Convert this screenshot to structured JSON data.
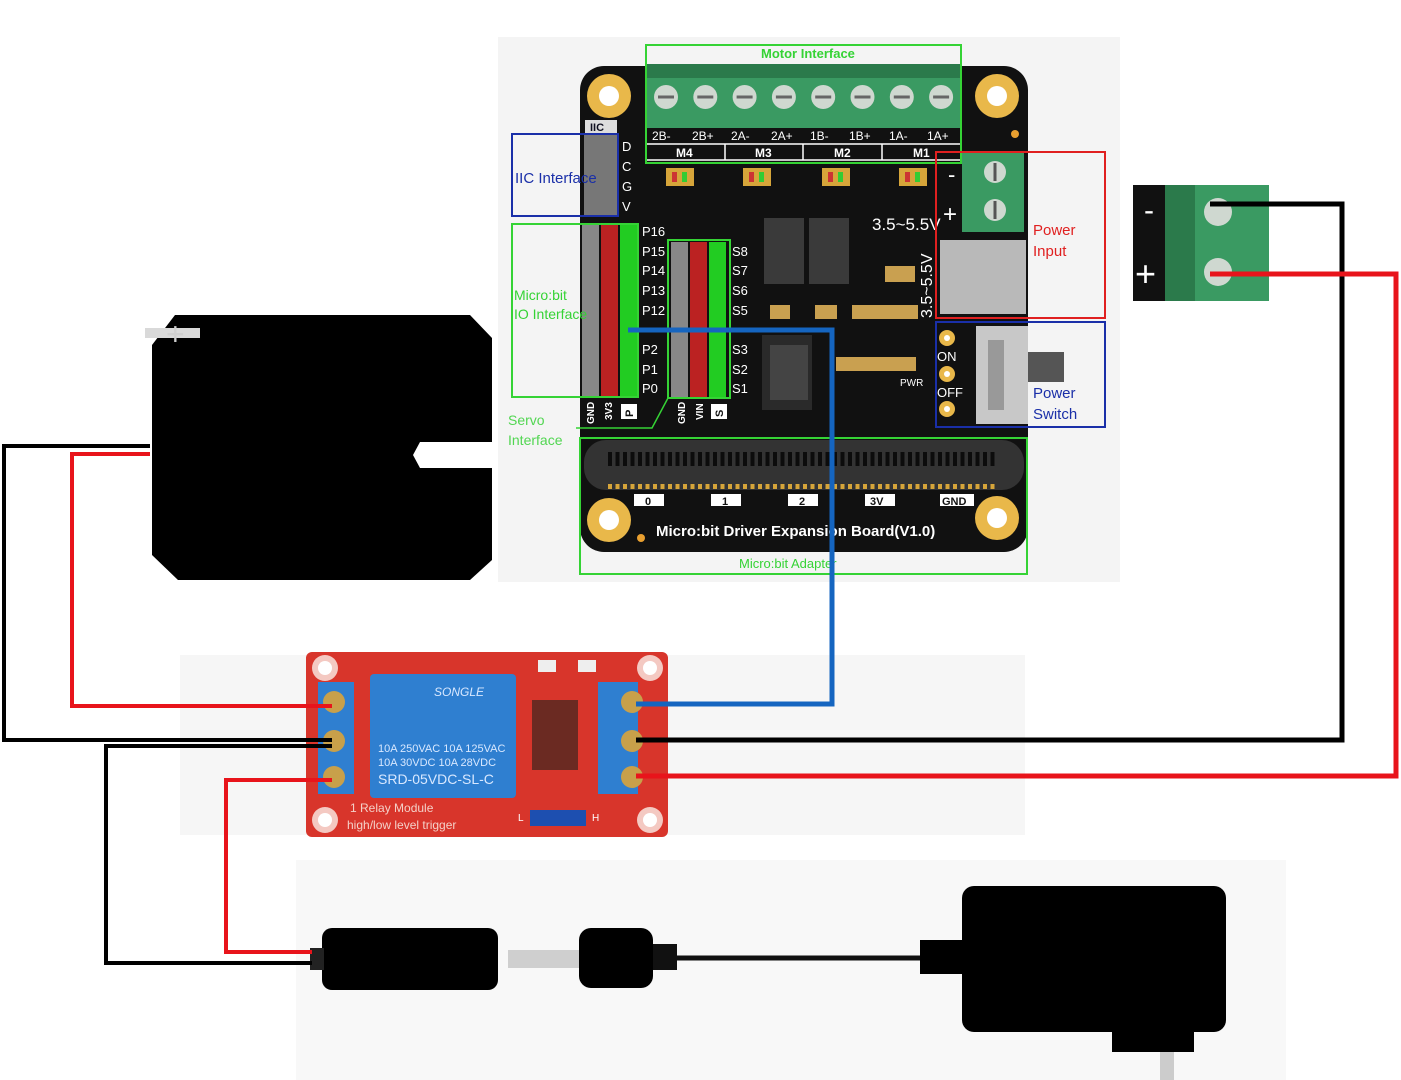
{
  "board": {
    "title": "Micro:bit Driver Expansion Board(V1.0)",
    "voltage_label": "3.5~5.5V",
    "voltage_label_vertical": "3.5~5.5V",
    "pwr_label": "PWR",
    "on_label": "ON",
    "off_label": "OFF",
    "plus_label": "+",
    "minus_label": "-",
    "iic_header": "IIC",
    "iic_pins": [
      "D",
      "C",
      "G",
      "V"
    ],
    "io_pins": [
      "P16",
      "P15",
      "P14",
      "P13",
      "P12",
      "P2",
      "P1",
      "P0"
    ],
    "servo_pins": [
      "S8",
      "S7",
      "S6",
      "S5",
      "S3",
      "S2",
      "S1"
    ],
    "motor_terminals": [
      "2B-",
      "2B+",
      "2A-",
      "2A+",
      "1B-",
      "1B+",
      "1A-",
      "1A+"
    ],
    "motor_groups": [
      "M4",
      "M3",
      "M2",
      "M1"
    ],
    "bottom_left_labels": [
      "GND",
      "3V3",
      "P"
    ],
    "bottom_mid_labels": [
      "GND",
      "VIN",
      "S"
    ],
    "edge_pads": [
      "0",
      "1",
      "2",
      "3V",
      "GND"
    ]
  },
  "annotations": {
    "motor_interface": "Motor Interface",
    "iic_interface": "IIC Interface",
    "microbit_io_line1": "Micro:bit",
    "microbit_io_line2": "IO Interface",
    "servo_line1": "Servo",
    "servo_line2": "Interface",
    "power_input_line1": "Power",
    "power_input_line2": "Input",
    "power_switch_line1": "Power",
    "power_switch_line2": "Switch",
    "microbit_adapter": "Micro:bit Adapter"
  },
  "relay": {
    "brand": "SONGLE",
    "spec1": "10A 250VAC  10A 125VAC",
    "spec2": "10A  30VDC  10A 28VDC",
    "model": "SRD-05VDC-SL-C",
    "module_line1": "1 Relay  Module",
    "module_line2": "high/low level trigger",
    "jumper_h": "H",
    "jumper_l": "L"
  },
  "terminal_block": {
    "minus": "-",
    "plus": "+"
  },
  "pump": {
    "plus_mark": "+"
  },
  "colors": {
    "wire_red": "#e8141b",
    "wire_black": "#000000",
    "wire_blue": "#1565c0",
    "green_box": "#35d335",
    "blue_box": "#1a2fa8",
    "red_box": "#e02020",
    "board": "#111111",
    "relay_pcb": "#d8352b",
    "relay_body": "#2f7fd0",
    "terminal_green": "#3a9a62"
  }
}
